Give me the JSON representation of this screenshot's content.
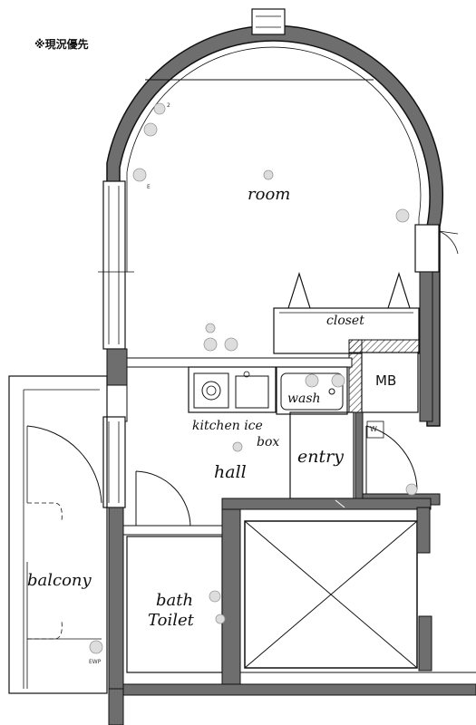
{
  "note": "※現況優先",
  "rooms": {
    "room": "room",
    "closet": "closet",
    "mb": "MB",
    "wash": "wash",
    "kitchen": "kitchen ice",
    "icebox": "box",
    "hall": "hall",
    "entry": "entry",
    "balcony": "balcony",
    "bath": "bath",
    "toilet": "Toilet"
  },
  "symbols": {
    "ewp": "EWP",
    "w": "W",
    "e": "E",
    "n2": "2"
  },
  "colors": {
    "wall": "#6e6e6e",
    "line": "#111111",
    "hatch": "#444444"
  }
}
